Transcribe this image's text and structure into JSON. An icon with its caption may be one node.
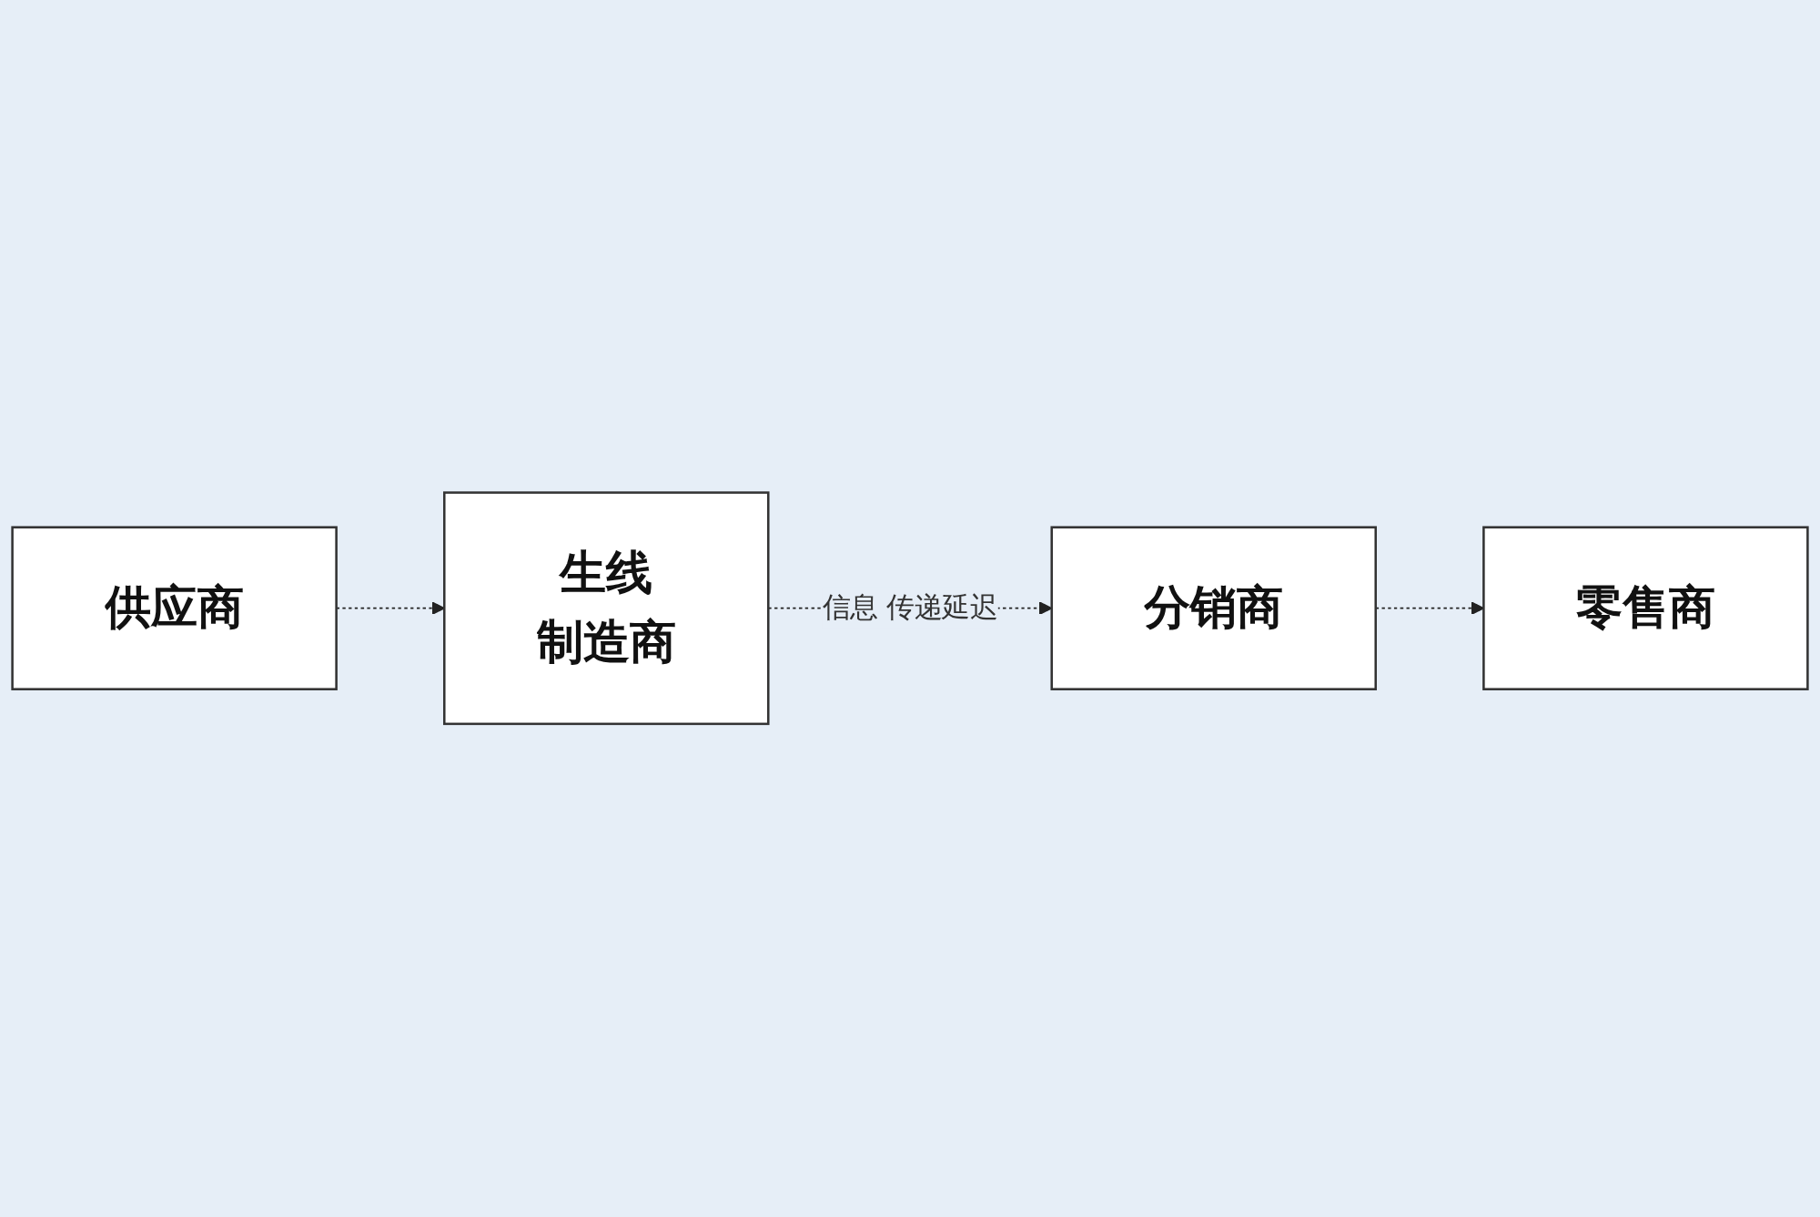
{
  "diagram": {
    "nodes": [
      {
        "text": [
          "供应商"
        ]
      },
      {
        "text": [
          "生线",
          "制造商"
        ]
      },
      {
        "text": [
          "分销商"
        ]
      },
      {
        "text": [
          "零售商"
        ]
      }
    ],
    "edges": [
      {
        "from": 0,
        "to": 1,
        "arrow": "to",
        "style": "dashed"
      },
      {
        "from": 1,
        "to": 2,
        "arrow": "to",
        "style": "dashed",
        "label": "信息 传递延迟"
      },
      {
        "from": 2,
        "to": 3,
        "arrow": "to",
        "style": "dashed"
      }
    ]
  }
}
